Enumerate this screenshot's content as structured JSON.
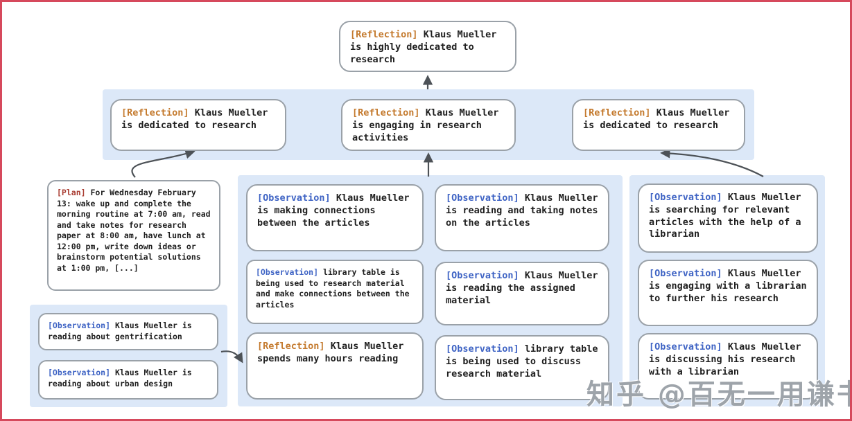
{
  "colors": {
    "reflection_tag": "#c47a2e",
    "observation_tag": "#3e63c4",
    "plan_tag": "#a93c31",
    "arrow": "#4d5257",
    "band_bg": "#dce8f8",
    "node_border": "#9aa1a8",
    "frame_border": "#d6495c"
  },
  "watermark": {
    "text": "知乎 @百无一用谦书生"
  },
  "nodes": {
    "top": {
      "tag": "[Reflection]",
      "text": "Klaus Mueller is highly dedicated to research"
    },
    "row2": [
      {
        "tag": "[Reflection]",
        "text": "Klaus Mueller is dedicated to research"
      },
      {
        "tag": "[Reflection]",
        "text": "Klaus Mueller is engaging in research activities"
      },
      {
        "tag": "[Reflection]",
        "text": "Klaus Mueller is dedicated to research"
      }
    ],
    "plan": {
      "tag": "[Plan]",
      "text": "For Wednesday February 13: wake up and complete the morning routine at 7:00 am, read and take notes for research paper at 8:00 am, have lunch at 12:00 pm, write down ideas or brainstorm potential solutions at 1:00 pm, [...]"
    },
    "left": [
      {
        "tag": "[Observation]",
        "text": "Klaus Mueller is reading about gentrification"
      },
      {
        "tag": "[Observation]",
        "text": "Klaus Mueller is reading about urban design"
      }
    ],
    "mid_col1": [
      {
        "tag": "[Observation]",
        "text": "Klaus Mueller is making connections between the articles"
      },
      {
        "tag": "[Observation]",
        "text": "library table is being used to research material and make connections between the articles"
      },
      {
        "tag": "[Reflection]",
        "text": "Klaus Mueller spends many hours reading"
      }
    ],
    "mid_col2": [
      {
        "tag": "[Observation]",
        "text": "Klaus Mueller is reading and taking notes on the articles"
      },
      {
        "tag": "[Observation]",
        "text": "Klaus Mueller is reading the assigned material"
      },
      {
        "tag": "[Observation]",
        "text": "library table is being used to discuss research material"
      }
    ],
    "right": [
      {
        "tag": "[Observation]",
        "text": "Klaus Mueller is searching for relevant articles with the help of a librarian"
      },
      {
        "tag": "[Observation]",
        "text": "Klaus Mueller is engaging with a librarian to further his research"
      },
      {
        "tag": "[Observation]",
        "text": "Klaus Mueller is discussing his research with a librarian"
      }
    ]
  }
}
